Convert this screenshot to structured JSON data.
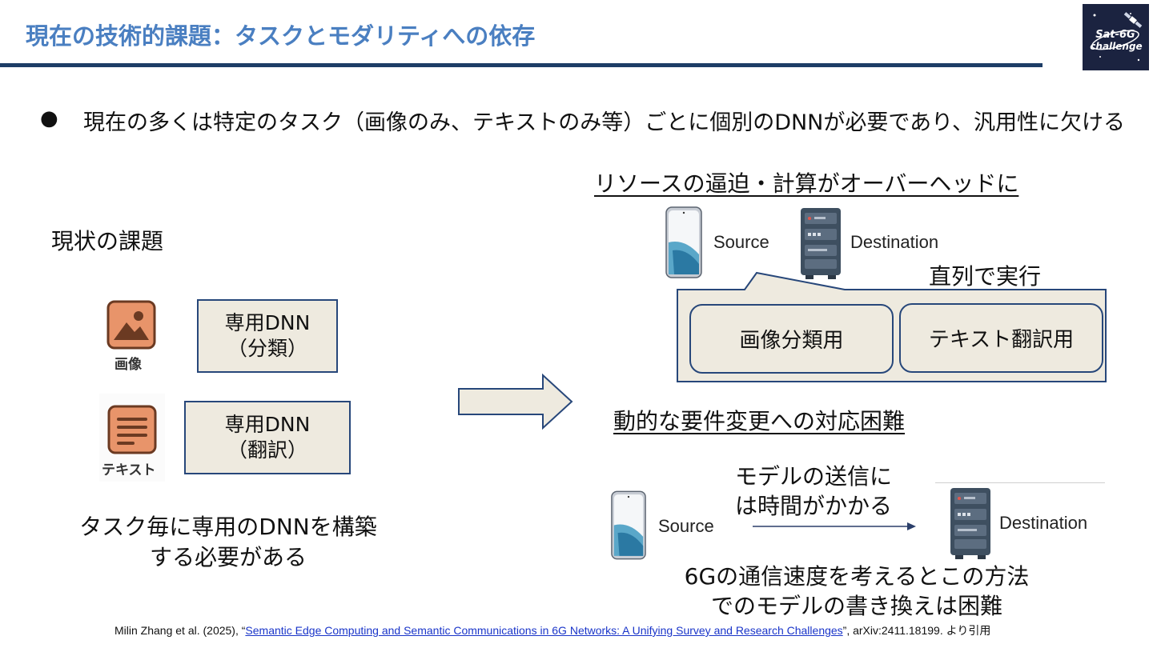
{
  "header": {
    "title": "現在の技術的課題：タスクとモダリティへの依存",
    "logo_text_line1": "Sat-6G",
    "logo_text_line2": "challenge"
  },
  "bullet": {
    "symbol": "●",
    "text": "現在の多くは特定のタスク（画像のみ、テキストのみ等）ごとに個別のDNNが必要であり、汎用性に欠ける"
  },
  "left": {
    "heading": "現状の課題",
    "image_caption": "画像",
    "text_caption": "テキスト",
    "box1": {
      "line1": "専用DNN",
      "line2": "（分類）"
    },
    "box2": {
      "line1": "専用DNN",
      "line2": "（翻訳）"
    },
    "summary_line1": "タスク毎に専用のDNNを構築",
    "summary_line2": "する必要がある"
  },
  "right": {
    "section1": {
      "heading": "リソースの逼迫・計算がオーバーヘッドに",
      "source_label": "Source",
      "destination_label": "Destination",
      "serial_label": "直列で実行",
      "pill1": "画像分類用",
      "pill2": "テキスト翻訳用"
    },
    "section2": {
      "heading": "動的な要件変更への対応困難",
      "source_label": "Source",
      "destination_label": "Destination",
      "transfer_line1": "モデルの送信に",
      "transfer_line2": "は時間がかかる",
      "note_line1": "6Gの通信速度を考えるとこの方法",
      "note_line2": "でのモデルの書き換えは困難"
    }
  },
  "citation": {
    "prefix": "Milin Zhang et al. (2025), “",
    "link_text": "Semantic Edge Computing and Semantic Communications in 6G Networks: A Unifying Survey and Research Challenges",
    "suffix": "”, arXiv:2411.18199. より引用"
  },
  "colors": {
    "title": "#4a7fc1",
    "rule": "#1d3d66",
    "box_fill": "#eeeadf",
    "box_border": "#27477a",
    "icon_orange": "#e8946a",
    "server_body": "#3e4f60"
  }
}
